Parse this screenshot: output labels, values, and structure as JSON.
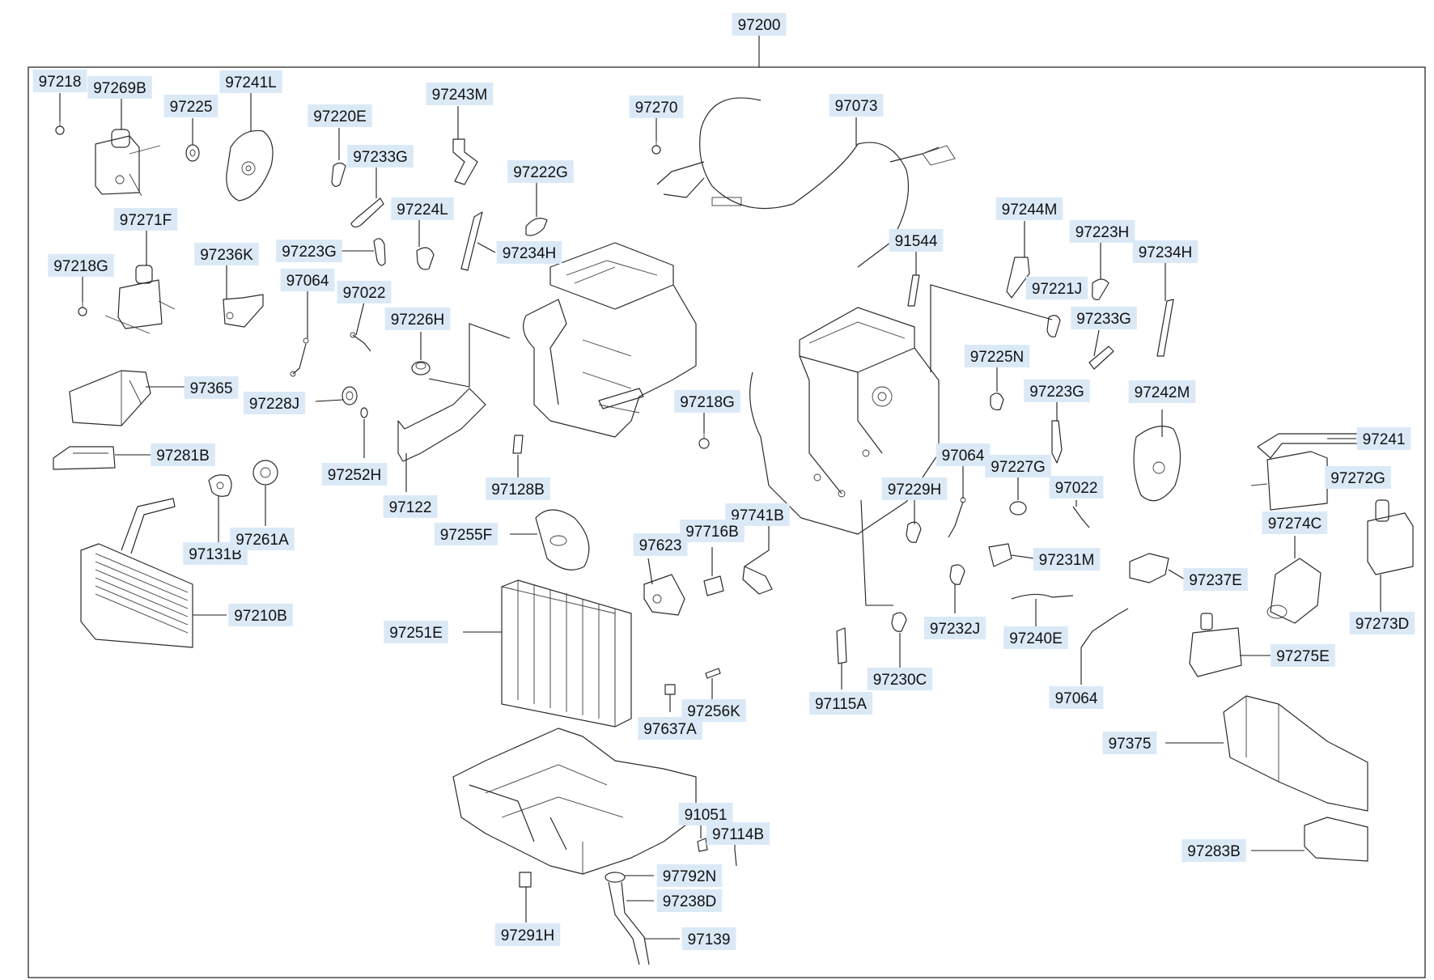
{
  "diagram": {
    "root_label": "97200",
    "labels": [
      {
        "id": "97200",
        "text": "97200"
      },
      {
        "id": "97218",
        "text": "97218"
      },
      {
        "id": "97269B",
        "text": "97269B"
      },
      {
        "id": "97241L",
        "text": "97241L"
      },
      {
        "id": "97225",
        "text": "97225"
      },
      {
        "id": "97220E",
        "text": "97220E"
      },
      {
        "id": "97243M",
        "text": "97243M"
      },
      {
        "id": "97233G_a",
        "text": "97233G"
      },
      {
        "id": "97270",
        "text": "97270"
      },
      {
        "id": "97073",
        "text": "97073"
      },
      {
        "id": "97222G",
        "text": "97222G"
      },
      {
        "id": "97224L",
        "text": "97224L"
      },
      {
        "id": "97271F",
        "text": "97271F"
      },
      {
        "id": "97236K",
        "text": "97236K"
      },
      {
        "id": "97223G_a",
        "text": "97223G"
      },
      {
        "id": "97234H_a",
        "text": "97234H"
      },
      {
        "id": "97218G_a",
        "text": "97218G"
      },
      {
        "id": "97064_a",
        "text": "97064"
      },
      {
        "id": "97022_a",
        "text": "97022"
      },
      {
        "id": "97226H",
        "text": "97226H"
      },
      {
        "id": "97244M",
        "text": "97244M"
      },
      {
        "id": "97223H",
        "text": "97223H"
      },
      {
        "id": "97234H_b",
        "text": "97234H"
      },
      {
        "id": "91544",
        "text": "91544"
      },
      {
        "id": "97221J",
        "text": "97221J"
      },
      {
        "id": "97233G_b",
        "text": "97233G"
      },
      {
        "id": "97225N",
        "text": "97225N"
      },
      {
        "id": "97365",
        "text": "97365"
      },
      {
        "id": "97228J",
        "text": "97228J"
      },
      {
        "id": "97218G_b",
        "text": "97218G"
      },
      {
        "id": "97223G_b",
        "text": "97223G"
      },
      {
        "id": "97242M",
        "text": "97242M"
      },
      {
        "id": "97281B",
        "text": "97281B"
      },
      {
        "id": "97241",
        "text": "97241"
      },
      {
        "id": "97064_b",
        "text": "97064"
      },
      {
        "id": "97227G",
        "text": "97227G"
      },
      {
        "id": "97252H",
        "text": "97252H"
      },
      {
        "id": "97272G",
        "text": "97272G"
      },
      {
        "id": "97128B",
        "text": "97128B"
      },
      {
        "id": "97229H",
        "text": "97229H"
      },
      {
        "id": "97022_b",
        "text": "97022"
      },
      {
        "id": "97122",
        "text": "97122"
      },
      {
        "id": "97741B",
        "text": "97741B"
      },
      {
        "id": "97131B",
        "text": "97131B"
      },
      {
        "id": "97261A",
        "text": "97261A"
      },
      {
        "id": "97255F",
        "text": "97255F"
      },
      {
        "id": "97274C",
        "text": "97274C"
      },
      {
        "id": "97716B",
        "text": "97716B"
      },
      {
        "id": "97623",
        "text": "97623"
      },
      {
        "id": "97231M",
        "text": "97231M"
      },
      {
        "id": "97237E",
        "text": "97237E"
      },
      {
        "id": "97210B",
        "text": "97210B"
      },
      {
        "id": "97273D",
        "text": "97273D"
      },
      {
        "id": "97232J",
        "text": "97232J"
      },
      {
        "id": "97251E",
        "text": "97251E"
      },
      {
        "id": "97240E",
        "text": "97240E"
      },
      {
        "id": "97275E",
        "text": "97275E"
      },
      {
        "id": "97230C",
        "text": "97230C"
      },
      {
        "id": "97115A",
        "text": "97115A"
      },
      {
        "id": "97064_c",
        "text": "97064"
      },
      {
        "id": "97256K",
        "text": "97256K"
      },
      {
        "id": "97637A",
        "text": "97637A"
      },
      {
        "id": "97375",
        "text": "97375"
      },
      {
        "id": "91051",
        "text": "91051"
      },
      {
        "id": "97114B",
        "text": "97114B"
      },
      {
        "id": "97283B",
        "text": "97283B"
      },
      {
        "id": "97792N",
        "text": "97792N"
      },
      {
        "id": "97238D",
        "text": "97238D"
      },
      {
        "id": "97291H",
        "text": "97291H"
      },
      {
        "id": "97139",
        "text": "97139"
      }
    ]
  },
  "colors": {
    "label_background": "#dbe9f7",
    "line": "#1a1a1a",
    "background": "#ffffff"
  }
}
